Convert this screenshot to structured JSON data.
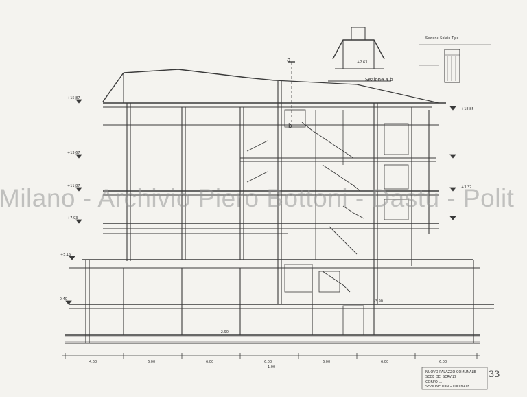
{
  "drawing": {
    "section_label": "Sezione a b",
    "section_mark_a": "a",
    "section_mark_b": "b",
    "detail_label": "Sezione Solaio Tipo",
    "title_block": [
      "NUOVO PALAZZO COMUNALE",
      "SEDE DEI SERVIZI",
      "CORPO ...",
      "SEZIONE LONGITUDINALE"
    ],
    "sheet_number": "33",
    "dimension_labels": [
      "6.00",
      "6.00",
      "6.00",
      "6.00",
      "6.00",
      "6.00",
      "4.60",
      "1.00"
    ],
    "level_labels": [
      "+15.87",
      "+13.67",
      "+11.87",
      "+7.93",
      "+5.16",
      "+2.63",
      "-0.40",
      "-2.90",
      "-3.90",
      "+3.32",
      "+18.85"
    ]
  },
  "watermark": "Milano - Archivio Piero Bottoni - Dastu - Polit"
}
